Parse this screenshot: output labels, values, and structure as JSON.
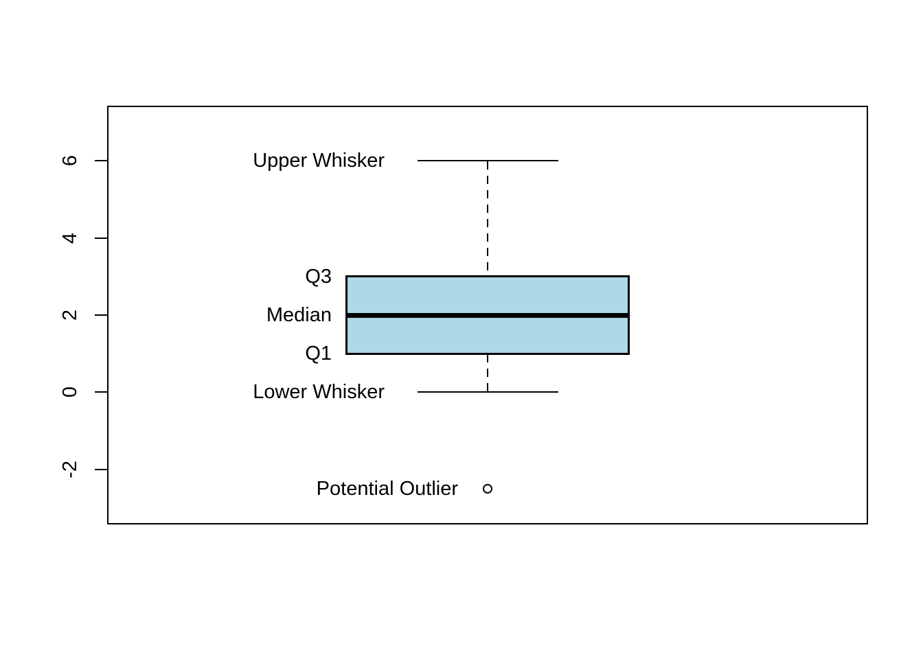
{
  "figure": {
    "background_color": "#ffffff",
    "frame_color": "#000000",
    "title": ""
  },
  "chart_data": {
    "type": "boxplot",
    "orientation": "vertical",
    "title": "",
    "xlabel": "",
    "ylabel": "",
    "ylim": [
      -3.41,
      7.41
    ],
    "yticks": [
      6,
      4,
      2,
      0,
      -2
    ],
    "ytick_labels": [
      "6",
      "4",
      "2",
      "0",
      "-2"
    ],
    "grid": false,
    "legend": null,
    "box_fill_color": "#ADD8E6",
    "line_color": "#000000",
    "stats": {
      "lower_whisker": 0,
      "q1": 1,
      "median": 2,
      "q3": 3,
      "upper_whisker": 6
    },
    "outliers": [
      -2.5
    ],
    "annotations": [
      {
        "key": "upper_whisker",
        "label": "Upper Whisker",
        "value": 6
      },
      {
        "key": "q3",
        "label": "Q3",
        "value": 3
      },
      {
        "key": "median",
        "label": "Median",
        "value": 2
      },
      {
        "key": "q1",
        "label": "Q1",
        "value": 1
      },
      {
        "key": "lower_whisker",
        "label": "Lower Whisker",
        "value": 0
      },
      {
        "key": "outlier",
        "label": "Potential Outlier",
        "value": -2.5
      }
    ]
  }
}
